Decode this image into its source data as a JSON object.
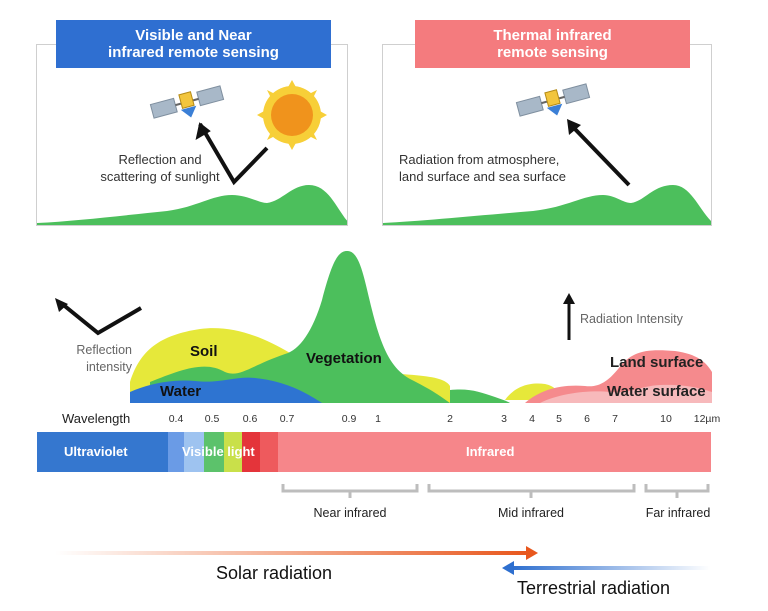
{
  "panels": {
    "visible": {
      "title_line1": "Visible and Near",
      "title_line2": "infrared remote sensing",
      "caption_line1": "Reflection and",
      "caption_line2": "scattering of sunlight",
      "banner_color": "#2f6fd1"
    },
    "thermal": {
      "title_line1": "Thermal infrared",
      "title_line2": "remote sensing",
      "caption_line1": "Radiation from atmosphere,",
      "caption_line2": "land surface and sea surface",
      "banner_color": "#f47b7e"
    }
  },
  "chart": {
    "reflection_label_line1": "Reflection",
    "reflection_label_line2": "intensity",
    "radiation_label": "Radiation Intensity",
    "curves": {
      "soil": "Soil",
      "water": "Water",
      "vegetation": "Vegetation",
      "land_surface": "Land surface",
      "water_surface": "Water surface"
    },
    "colors": {
      "soil": "#e6e83a",
      "vegetation": "#4cbf5c",
      "water": "#2e74d1",
      "land_surface": "#f58a8d",
      "water_surface": "#f7b9bb"
    }
  },
  "wavelength": {
    "label": "Wavelength",
    "ticks": [
      "0.4",
      "0.5",
      "0.6",
      "0.7",
      "0.9",
      "1",
      "2",
      "3",
      "4",
      "5",
      "6",
      "7",
      "10",
      "12µm"
    ]
  },
  "spectrum": {
    "ultraviolet": "Ultraviolet",
    "visible": "Visible light",
    "infrared": "Infrared",
    "colors": {
      "ultraviolet": "#3577cf",
      "infrared": "#f6868a"
    }
  },
  "ranges": {
    "near": "Near infrared",
    "mid": "Mid infrared",
    "far": "Far infrared"
  },
  "radiation": {
    "solar": "Solar radiation",
    "terrestrial": "Terrestrial radiation",
    "solar_color": "#e8571d",
    "terrestrial_color": "#2e6fcf"
  }
}
